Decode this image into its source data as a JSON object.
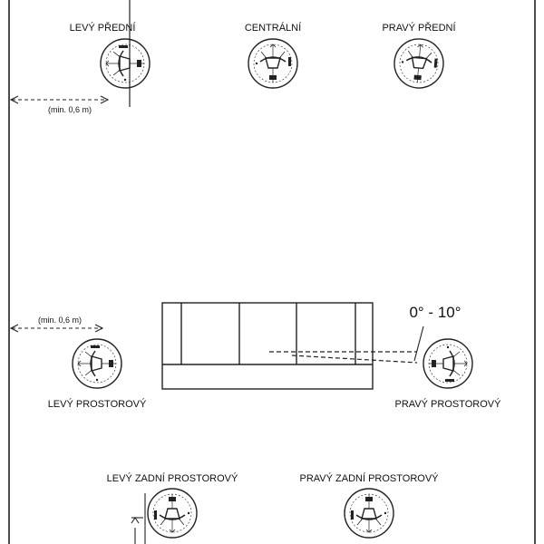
{
  "speakers": {
    "front_left": "LEVÝ PŘEDNÍ",
    "center": "CENTRÁLNÍ",
    "front_right": "PRAVÝ PŘEDNÍ",
    "surround_left": "LEVÝ PROSTOROVÝ",
    "surround_right": "PRAVÝ PROSTOROVÝ",
    "surround_back_left": "LEVÝ ZADNÍ PROSTOROVÝ",
    "surround_back_right": "PRAVÝ ZADNÍ PROSTOROVÝ"
  },
  "dimensions": {
    "front_min": "(min. 0,6 m)",
    "side_min": "(min. 0,6 m)"
  },
  "angle_label": "0° - 10°"
}
